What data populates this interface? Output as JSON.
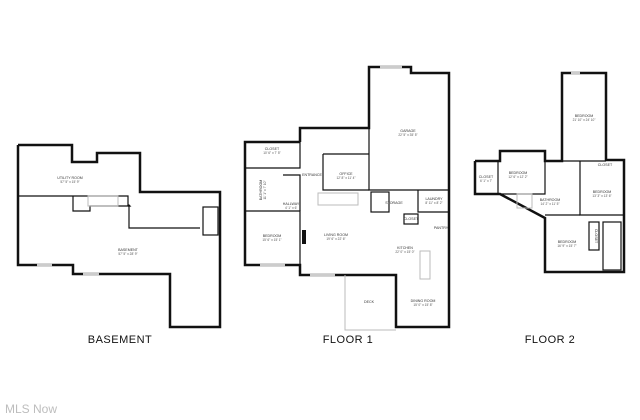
{
  "floors": [
    {
      "label": "BASEMENT",
      "rooms": [
        {
          "name": "UTILITY ROOM",
          "dims": "57' 5\" x 15' 9\""
        },
        {
          "name": "BASEMENT",
          "dims": "57' 5\" x 28' 9\""
        }
      ]
    },
    {
      "label": "FLOOR 1",
      "rooms": [
        {
          "name": "CLOSET",
          "dims": "10' 6\" x 7' 5\""
        },
        {
          "name": "BATHROOM",
          "dims": "11' 1\" x 7' 10\""
        },
        {
          "name": "HALLWAY",
          "dims": "4' 1\" x 6'"
        },
        {
          "name": "BEDROOM",
          "dims": "15' 6\" x 15' 1\""
        },
        {
          "name": "ENTRANCE",
          "dims": ""
        },
        {
          "name": "OFFICE",
          "dims": "12' 8\" x 11' 4\""
        },
        {
          "name": "GARAGE",
          "dims": "22' 5\" x 35' 5\""
        },
        {
          "name": "LIVING ROOM",
          "dims": "19' 6\" x 22' 6\""
        },
        {
          "name": "STORAGE",
          "dims": ""
        },
        {
          "name": "CLOSET",
          "dims": ""
        },
        {
          "name": "LAUNDRY",
          "dims": "8' 11\" x 8' 2\""
        },
        {
          "name": "PANTRY",
          "dims": ""
        },
        {
          "name": "KITCHEN",
          "dims": "22' 0\" x 15' 0\""
        },
        {
          "name": "DECK",
          "dims": ""
        },
        {
          "name": "DINING ROOM",
          "dims": "15' 0\" x 15' 8\""
        }
      ]
    },
    {
      "label": "FLOOR 2",
      "rooms": [
        {
          "name": "BEDROOM",
          "dims": "21' 10\" x 24' 10\""
        },
        {
          "name": "CLOSET",
          "dims": "6' 1\" x 7'"
        },
        {
          "name": "BEDROOM",
          "dims": "12' 6\" x 12' 2\""
        },
        {
          "name": "BATHROOM",
          "dims": "14' 2\" x 11' 5\""
        },
        {
          "name": "CLOSET",
          "dims": ""
        },
        {
          "name": "BEDROOM",
          "dims": "13' 3\" x 13' 6\""
        },
        {
          "name": "BEDROOM",
          "dims": "16' 9\" x 15' 7\""
        },
        {
          "name": "CLOSET",
          "dims": ""
        }
      ]
    }
  ],
  "watermark": "MLS Now"
}
